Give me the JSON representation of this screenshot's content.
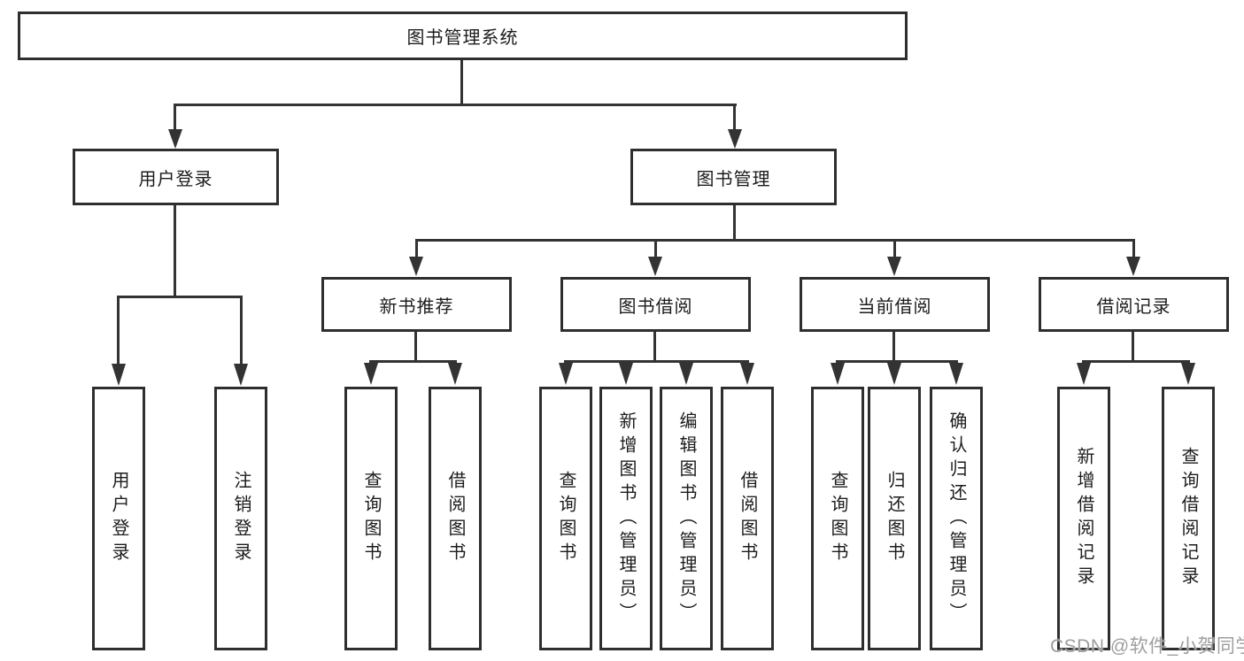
{
  "colors": {
    "line": "#333333",
    "box_border": "#2e2e2e",
    "text": "#1c1c1c",
    "background": "#ffffff",
    "watermark": "#9e9e9e"
  },
  "watermark": {
    "text": "CSDN @软件_小贺同学"
  },
  "tree": {
    "root": {
      "label": "图书管理系统",
      "children": [
        {
          "label": "用户登录",
          "children": [
            {
              "label": "用户登录"
            },
            {
              "label": "注销登录"
            }
          ]
        },
        {
          "label": "图书管理",
          "children": [
            {
              "label": "新书推荐",
              "children": [
                {
                  "label": "查询图书"
                },
                {
                  "label": "借阅图书"
                }
              ]
            },
            {
              "label": "图书借阅",
              "children": [
                {
                  "label": "查询图书"
                },
                {
                  "label": "新增图书（管理员）"
                },
                {
                  "label": "编辑图书（管理员）"
                },
                {
                  "label": "借阅图书"
                }
              ]
            },
            {
              "label": "当前借阅",
              "children": [
                {
                  "label": "查询图书"
                },
                {
                  "label": "归还图书"
                },
                {
                  "label": "确认归还（管理员）"
                }
              ]
            },
            {
              "label": "借阅记录",
              "children": [
                {
                  "label": "新增借阅记录"
                },
                {
                  "label": "查询借阅记录"
                }
              ]
            }
          ]
        }
      ]
    }
  }
}
